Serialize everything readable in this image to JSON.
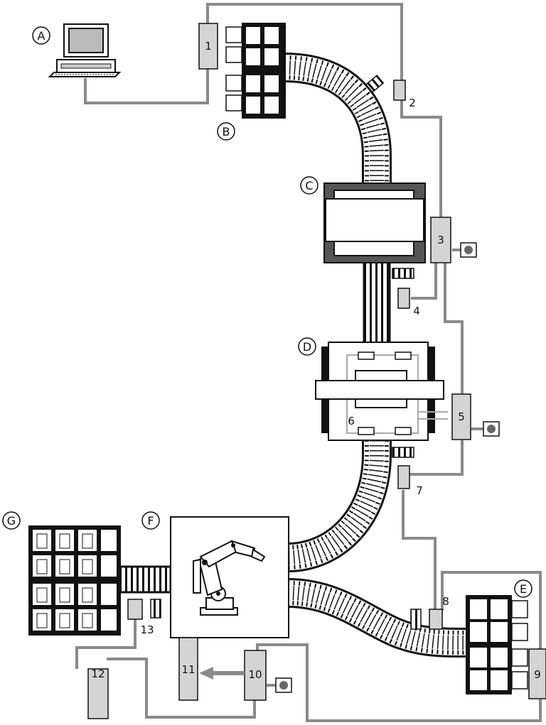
{
  "diagram": {
    "letters": {
      "a": "A",
      "b": "B",
      "c": "C",
      "d": "D",
      "e": "E",
      "f": "F",
      "g": "G"
    },
    "numbers": {
      "n1": "1",
      "n2": "2",
      "n3": "3",
      "n4": "4",
      "n5": "5",
      "n6": "6",
      "n7": "7",
      "n8": "8",
      "n9": "9",
      "n10": "10",
      "n11": "11",
      "n12": "12",
      "n13": "13"
    }
  },
  "colors": {
    "wire": "#8a8a8a",
    "controller": "#d4d4d4",
    "dark": "#111111"
  }
}
